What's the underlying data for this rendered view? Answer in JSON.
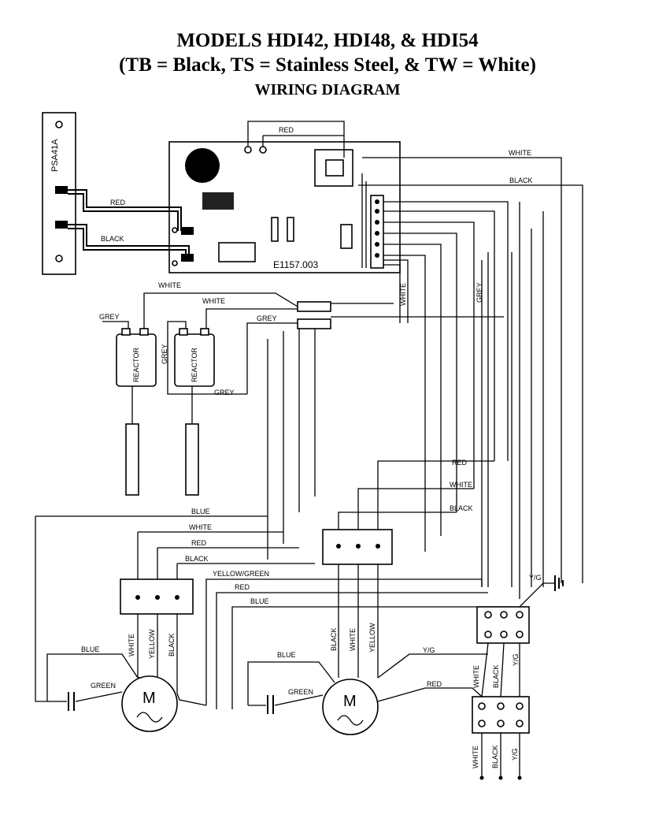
{
  "title": {
    "line1": "MODELS HDI42, HDI48, & HDI54",
    "line2": "(TB = Black, TS = Stainless Steel, & TW = White)",
    "line3": "WIRING DIAGRAM"
  },
  "board": {
    "label": "E1157.003"
  },
  "psa": {
    "label": "PSA41A"
  },
  "reactors": {
    "left": "REACTOR",
    "right": "REACTOR"
  },
  "motors": {
    "left_symbol": "M",
    "right_symbol": "M"
  },
  "wire_labels": {
    "red_top": "RED",
    "white_top": "WHITE",
    "black_top": "BLACK",
    "psa_red": "RED",
    "psa_black": "BLACK",
    "white_a": "WHITE",
    "white_b": "WHITE",
    "grey_a": "GREY",
    "grey_b": "GREY",
    "grey_c": "GREY",
    "grey_d": "GREY",
    "white_vert": "WHITE",
    "grey_vert": "GREY",
    "red_mid": "RED",
    "white_mid": "WHITE",
    "black_mid": "BLACK",
    "blue_1": "BLUE",
    "white_1": "WHITE",
    "red_1": "RED",
    "black_1": "BLACK",
    "yg_1": "YELLOW/GREEN",
    "red_2": "RED",
    "blue_2": "BLUE",
    "lm_white": "WHITE",
    "lm_yellow": "YELLOW",
    "lm_black": "BLACK",
    "lm_blue": "BLUE",
    "lm_green": "GREEN",
    "rm_black": "BLACK",
    "rm_white": "WHITE",
    "rm_yellow": "YELLOW",
    "rm_blue": "BLUE",
    "rm_green": "GREEN",
    "rm_yg": "Y/G",
    "rm_red": "RED",
    "tb_yg_top": "Y/G",
    "tb_white": "WHITE",
    "tb_black": "BLACK",
    "tb_yg": "Y/G",
    "out_white": "WHITE",
    "out_black": "BLACK",
    "out_yg": "Y/G"
  }
}
